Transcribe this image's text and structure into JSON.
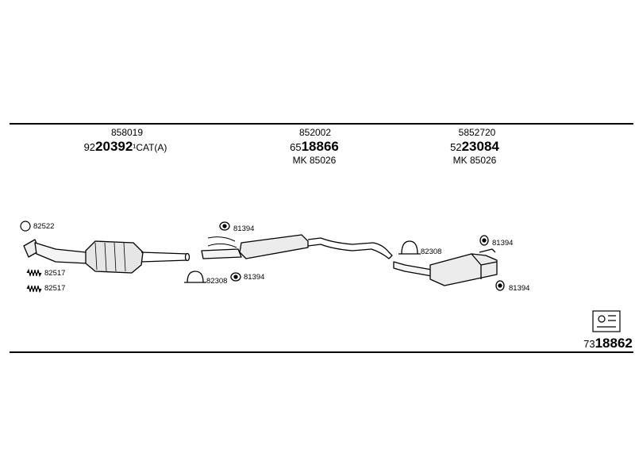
{
  "header_parts": [
    {
      "ref": "858019",
      "prefix": "92",
      "number": "20392",
      "suffix": "¹CAT(A)"
    },
    {
      "ref": "852002",
      "prefix": "65",
      "number": "18866",
      "kit": "MK  85026"
    },
    {
      "ref": "5852720",
      "prefix": "52",
      "number": "23084",
      "kit": "MK  85026"
    }
  ],
  "callouts": {
    "ring": "82522",
    "spring_a": "82517",
    "spring_b": "82517",
    "hanger_1": "81394",
    "clamp_1": "82308",
    "hanger_2": "81394",
    "clamp_2": "82308",
    "hanger_3": "81394",
    "hanger_4": "81394"
  },
  "footer": {
    "prefix": "73",
    "number": "18862"
  }
}
